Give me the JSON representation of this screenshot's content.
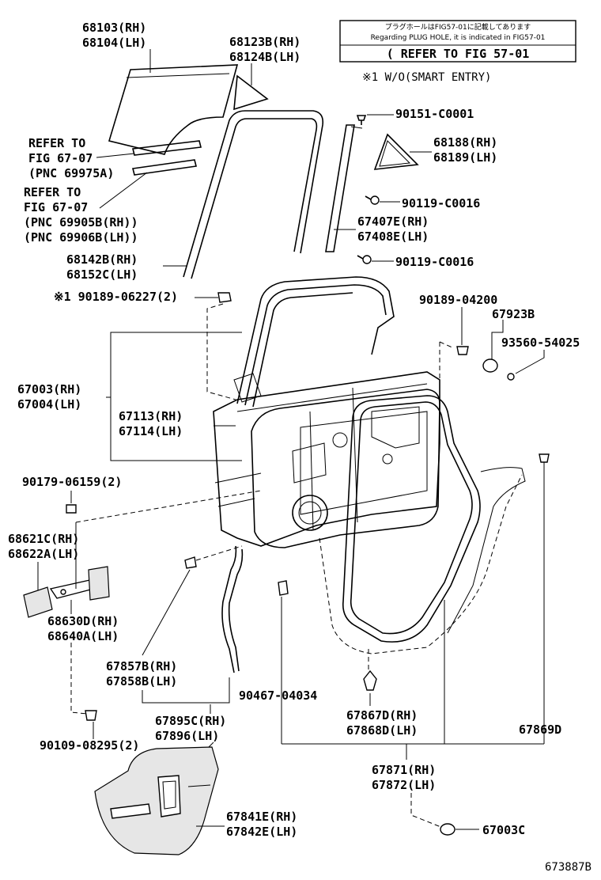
{
  "header_box": {
    "line_jp": "プラグホールはFIG57-01に記載してあります",
    "line_en": "Regarding PLUG HOLE, it is indicated in FIG57-01",
    "line_ref": "( REFER TO FIG 57-01"
  },
  "smart_entry_note": "※1 W/O(SMART ENTRY)",
  "labels": {
    "p68103": "68103(RH)",
    "p68104": "68104(LH)",
    "p68123b": "68123B(RH)",
    "p68124b": "68124B(LH)",
    "p90151": "90151-C0001",
    "p68188": "68188(RH)",
    "p68189": "68189(LH)",
    "ref1_a": "REFER TO",
    "ref1_b": "FIG 67-07",
    "ref1_c": "(PNC 69975A)",
    "ref2_a": "REFER TO",
    "ref2_b": "FIG 67-07",
    "ref2_c": "(PNC 69905B(RH))",
    "ref2_d": "(PNC 69906B(LH))",
    "p90119a": "90119-C0016",
    "p67407e": "67407E(RH)",
    "p67408e": "67408E(LH)",
    "p90119b": "90119-C0016",
    "p68142b": "68142B(RH)",
    "p68152c": "68152C(LH)",
    "p90189_06227": "※1 90189-06227(2)",
    "p90189_04200": "90189-04200",
    "p67923b": "67923B",
    "p93560": "93560-54025",
    "p67003": "67003(RH)",
    "p67004": "67004(LH)",
    "p67113": "67113(RH)",
    "p67114": "67114(LH)",
    "p90179": "90179-06159(2)",
    "p68621c": "68621C(RH)",
    "p68622a": "68622A(LH)",
    "p68630d": "68630D(RH)",
    "p68640a": "68640A(LH)",
    "p67857b": "67857B(RH)",
    "p67858b": "67858B(LH)",
    "p90467": "90467-04034",
    "p67867d": "67867D(RH)",
    "p67868d": "67868D(LH)",
    "p67869d": "67869D",
    "p67895c": "67895C(RH)",
    "p67896": "67896(LH)",
    "p90109": "90109-08295(2)",
    "p67871": "67871(RH)",
    "p67872": "67872(LH)",
    "p67841e": "67841E(RH)",
    "p67842e": "67842E(LH)",
    "p67003c": "67003C"
  },
  "figure_id": "673887B"
}
